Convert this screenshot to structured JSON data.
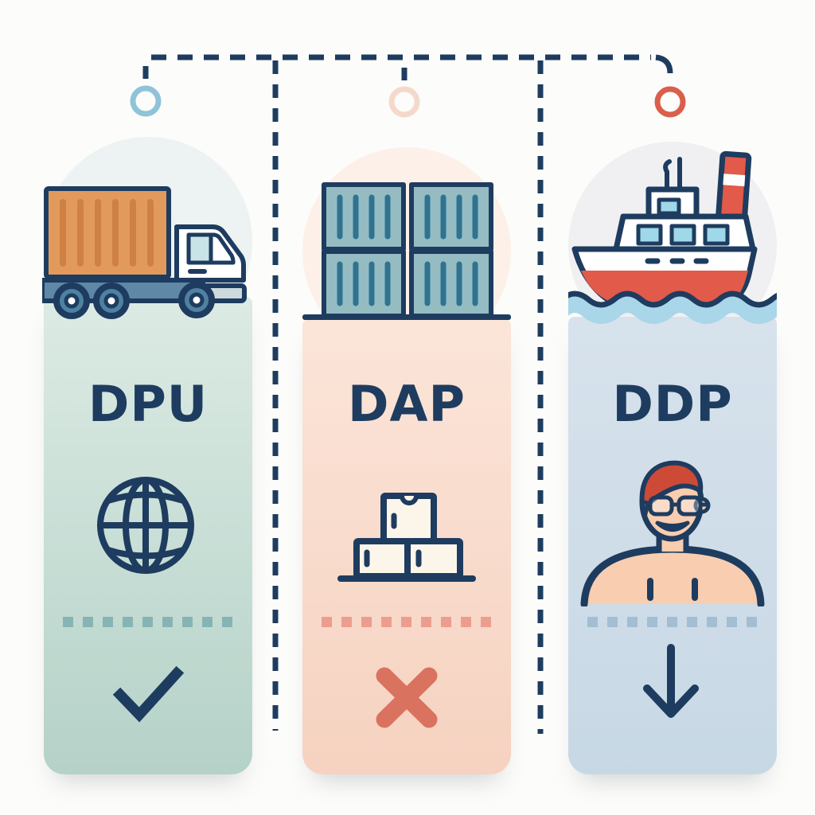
{
  "cards": [
    {
      "label": "DPU",
      "top_icon": "truck-icon",
      "detail_icon": "globe-icon",
      "status_icon": "check-icon",
      "node_icon": "blue-circle-node"
    },
    {
      "label": "DAP",
      "top_icon": "cargo-containers-icon",
      "detail_icon": "delivery-boxes-icon",
      "status_icon": "x-icon",
      "node_icon": "peach-circle-node"
    },
    {
      "label": "DDP",
      "top_icon": "ship-icon",
      "detail_icon": "buyer-person-icon",
      "status_icon": "arrow-down-icon",
      "node_icon": "red-circle-node"
    }
  ],
  "colors": {
    "page_bg": "#fcfcfa",
    "navy": "#1e3c5f",
    "mint_halo": "#edf2f2",
    "mint_body_top": "#dcebe4",
    "mint_body_bottom": "#b5d2c8",
    "mint_divider": "#86b4b5",
    "peach_halo": "#fdf0e9",
    "peach_body_top": "#fbe5d9",
    "peach_body_bottom": "#f6d2c0",
    "peach_divider": "#eb9e8d",
    "blue_halo": "#f0f0f2",
    "blue_body_top": "#d7e2ec",
    "blue_body_bottom": "#c7d8e5",
    "blue_divider": "#a3bed2",
    "node_blue": "#8fc3da",
    "node_peach": "#f4d9cb",
    "node_red": "#d95f4c",
    "container_orange": "#e29a5c",
    "container_orange_stripe": "#cf8144",
    "container_teal": "#95bcc3",
    "container_teal_stripe": "#2f7390",
    "chassis_blue": "#5f88a6",
    "wheel_teal": "#4f81a1",
    "window_blue": "#c9e4e6",
    "bumper_grey": "#ccdadc",
    "ship_red": "#e25a4a",
    "ship_window_blue": "#9fd8e8",
    "wave_band_blue": "#a9d6e8",
    "box_cream": "#fcf5ea",
    "skin": "#f8cdb0",
    "hair_red": "#cd4a36",
    "x_red": "#da7260"
  }
}
